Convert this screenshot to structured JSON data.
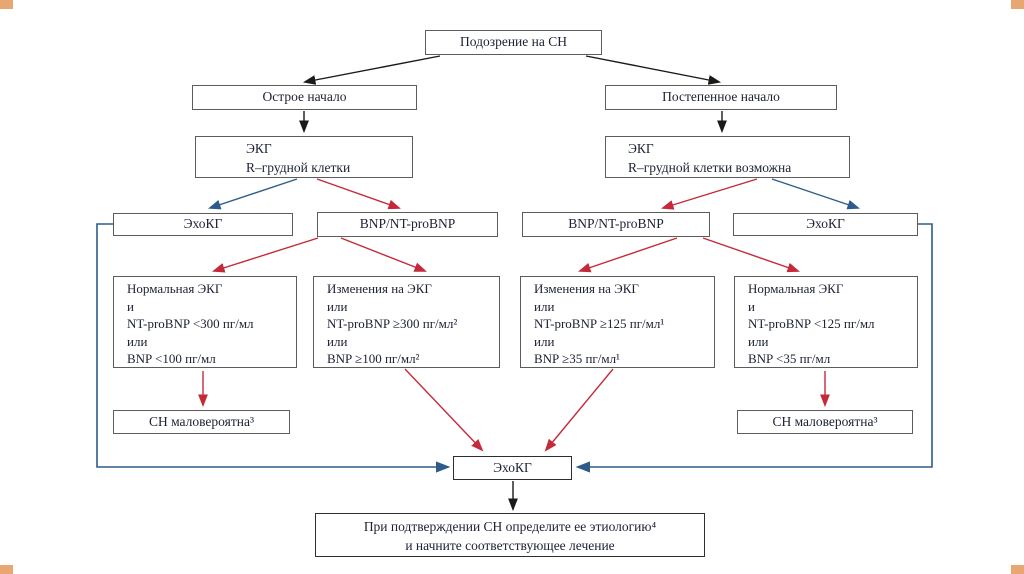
{
  "slide": {
    "background": "#ffffff",
    "corner_marker_color": "#e8a670"
  },
  "colors": {
    "box_border": "#5c5c5c",
    "text": "#1c2133",
    "arrow_black": "#1a1a1a",
    "arrow_blue": "#2e5c8a",
    "arrow_red": "#c42a3a"
  },
  "flow": {
    "suspicion": {
      "label": "Подозрение на СН"
    },
    "acute": {
      "label": "Острое начало"
    },
    "gradual": {
      "label": "Постепенное начало"
    },
    "ecg_acute": {
      "lines": [
        "ЭКГ",
        "R–грудной клетки"
      ]
    },
    "ecg_gradual": {
      "lines": [
        "ЭКГ",
        "R–грудной клетки возможна"
      ]
    },
    "echo_acute": {
      "label": "ЭхоКГ"
    },
    "bnp_acute": {
      "label": "BNP/NT-proBNP"
    },
    "bnp_gradual": {
      "label": "BNP/NT-proBNP"
    },
    "echo_gradual": {
      "label": "ЭхоКГ"
    },
    "criteria_acute_normal": {
      "lines": [
        "Нормальная ЭКГ",
        "и",
        "NT-proBNP <300 пг/мл",
        "или",
        "BNP <100 пг/мл"
      ]
    },
    "criteria_acute_changes": {
      "lines": [
        "Изменения на ЭКГ",
        "или",
        "NT-proBNP ≥300 пг/мл²",
        "или",
        "BNP ≥100 пг/мл²"
      ]
    },
    "criteria_gradual_changes": {
      "lines": [
        "Изменения на ЭКГ",
        "или",
        "NT-proBNP ≥125 пг/мл¹",
        "или",
        "BNP ≥35 пг/мл¹"
      ]
    },
    "criteria_gradual_normal": {
      "lines": [
        "Нормальная ЭКГ",
        "и",
        "NT-proBNP <125 пг/мл",
        "или",
        "BNP <35 пг/мл"
      ]
    },
    "hf_unlikely_acute": {
      "label": "СН маловероятна³"
    },
    "hf_unlikely_gradual": {
      "label": "СН маловероятна³"
    },
    "echo_final": {
      "label": "ЭхоКГ"
    },
    "treatment": {
      "lines": [
        "При подтверждении СН определите ее этиологию⁴",
        "и начните соответствующее лечение"
      ]
    }
  }
}
